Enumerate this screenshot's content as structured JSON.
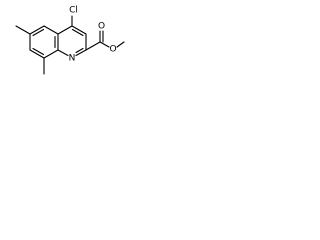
{
  "atoms": {
    "chlorine": "Cl",
    "ring_nitrogen": "N",
    "carbonyl_oxygen": "O",
    "ester_oxygen": "O"
  },
  "colors": {
    "bond": "#000000",
    "background": "#ffffff"
  }
}
